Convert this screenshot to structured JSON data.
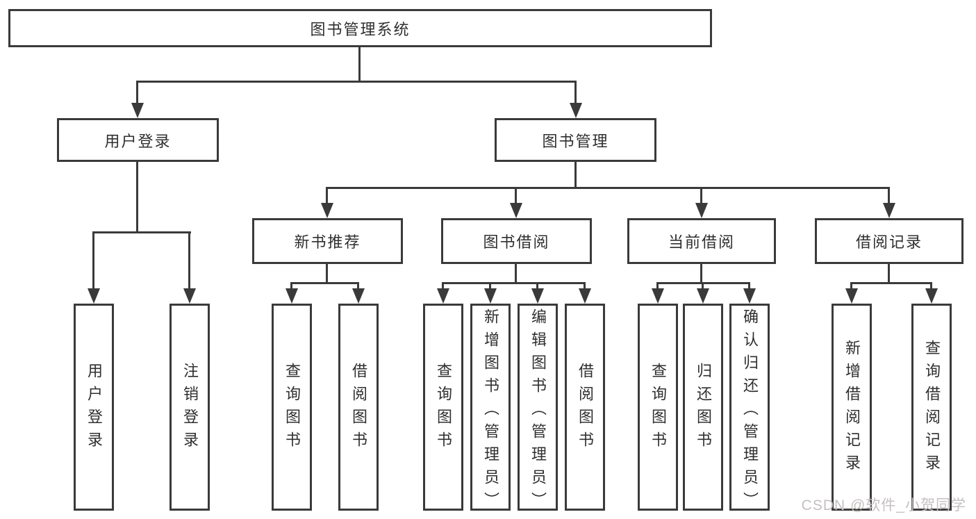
{
  "tree": {
    "label": "图书管理系统",
    "children": [
      {
        "label": "用户登录",
        "children": [
          {
            "label": "用户登录"
          },
          {
            "label": "注销登录"
          }
        ]
      },
      {
        "label": "图书管理",
        "children": [
          {
            "label": "新书推荐",
            "children": [
              {
                "label": "查询图书"
              },
              {
                "label": "借阅图书"
              }
            ]
          },
          {
            "label": "图书借阅",
            "children": [
              {
                "label": "查询图书"
              },
              {
                "label": "新增图书（管理员）"
              },
              {
                "label": "编辑图书（管理员）"
              },
              {
                "label": "借阅图书"
              }
            ]
          },
          {
            "label": "当前借阅",
            "children": [
              {
                "label": "查询图书"
              },
              {
                "label": "归还图书"
              },
              {
                "label": "确认归还（管理员）"
              }
            ]
          },
          {
            "label": "借阅记录",
            "children": [
              {
                "label": "新增借阅记录"
              },
              {
                "label": "查询借阅记录"
              }
            ]
          }
        ]
      }
    ]
  },
  "colors": {
    "line": "#3a3a3a",
    "text": "#2f2f2f",
    "background": "#ffffff",
    "watermark": "#c6c0c0"
  },
  "watermark": {
    "text": "CSDN @软件_小贺同学"
  }
}
